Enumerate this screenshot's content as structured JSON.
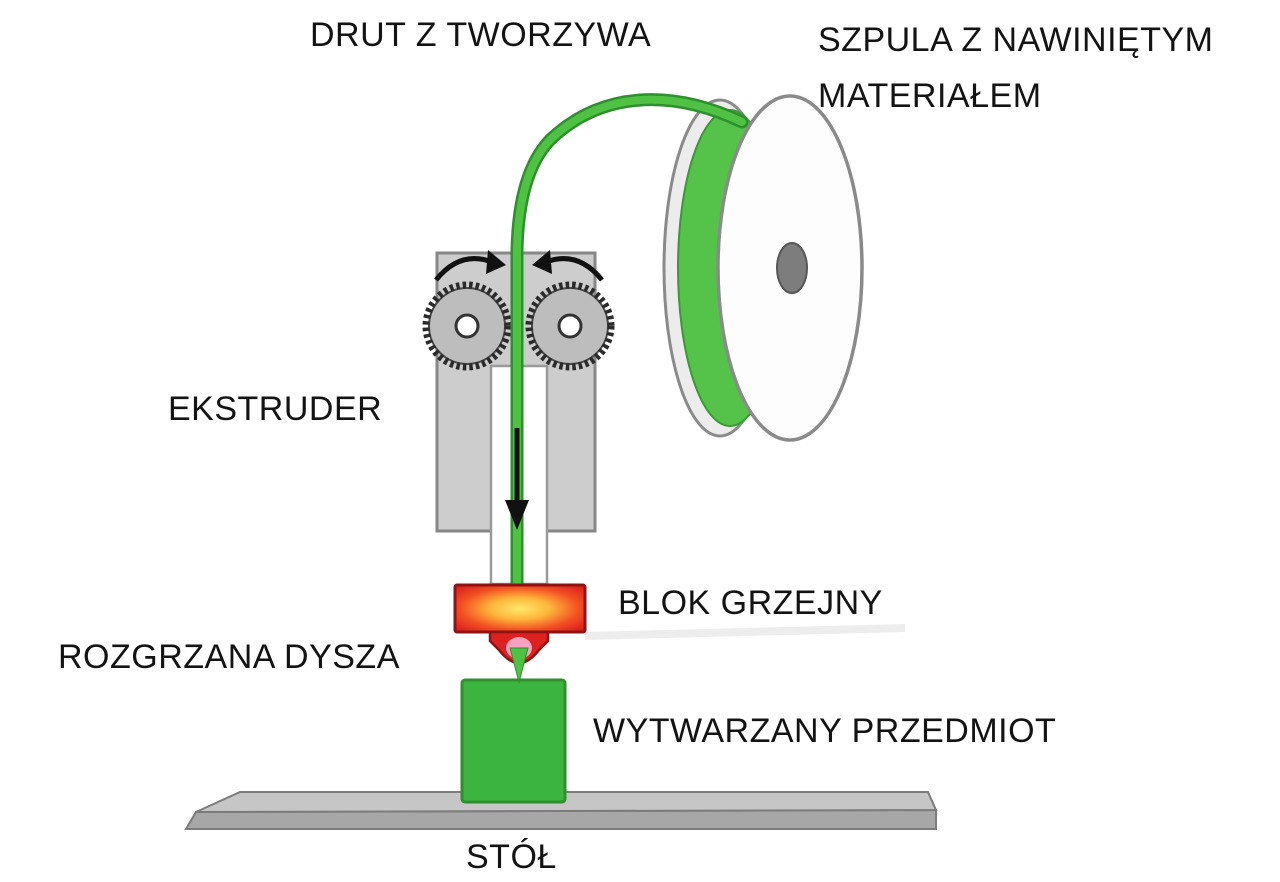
{
  "diagram": {
    "labels": {
      "filament": "DRUT Z TWORZYWA",
      "spool_line1": "SZPULA Z NAWINIĘTYM",
      "spool_line2": "MATERIAŁEM",
      "extruder": "EKSTRUDER",
      "heating_block": "BLOK GRZEJNY",
      "nozzle": "ROZGRZANA DYSZA",
      "object": "WYTWARZANY PRZEDMIOT",
      "table": "STÓŁ"
    },
    "colors": {
      "filament_green": "#4fc143",
      "filament_green_dark": "#2e8f2e",
      "spool_green": "#55c24a",
      "heater_red": "#dc1f1f",
      "heater_glow": "#ffe96b",
      "object_green": "#3cb440",
      "object_green_dark": "#2f8f2f",
      "metal_gray": "#cdcdcd",
      "outline_gray": "#8a8a8a",
      "table_gray": "#c6c6c6",
      "text_color": "#131313"
    }
  }
}
